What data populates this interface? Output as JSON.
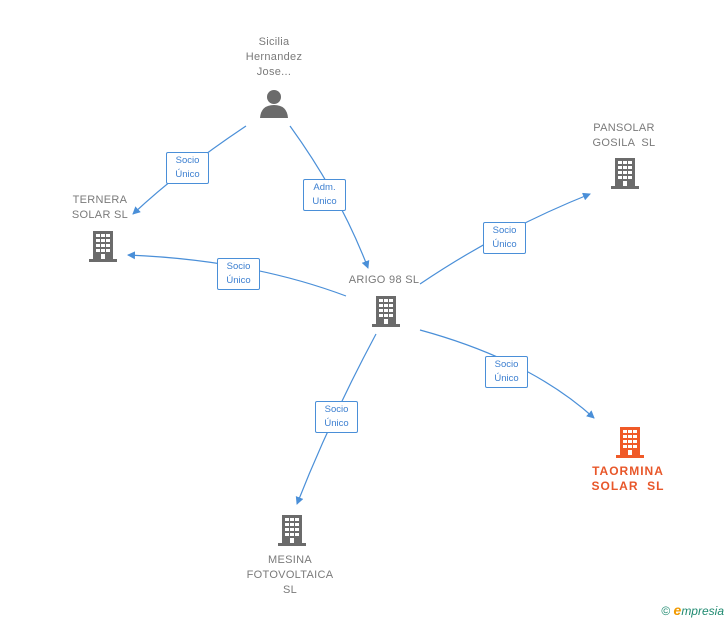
{
  "nodes": {
    "person": {
      "label_lines": [
        "Sicilia",
        "Hernandez",
        "Jose..."
      ],
      "kind": "person"
    },
    "ternera": {
      "label_lines": [
        "TERNERA",
        "SOLAR SL"
      ],
      "kind": "company"
    },
    "pansolar": {
      "label_lines": [
        "PANSOLAR",
        "GOSILA  SL"
      ],
      "kind": "company"
    },
    "arigo": {
      "label_lines": [
        "ARIGO 98 SL"
      ],
      "kind": "company"
    },
    "taormina": {
      "label_lines": [
        "TAORMINA",
        "SOLAR  SL"
      ],
      "kind": "company-highlight"
    },
    "mesina": {
      "label_lines": [
        "MESINA",
        "FOTOVOLTAICA",
        "SL"
      ],
      "kind": "company"
    }
  },
  "edges": {
    "person_ternera": {
      "line1": "Socio",
      "line2": "Único"
    },
    "person_arigo": {
      "line1": "Adm.",
      "line2": "Unico"
    },
    "arigo_ternera": {
      "line1": "Socio",
      "line2": "Único"
    },
    "arigo_pansolar": {
      "line1": "Socio",
      "line2": "Único"
    },
    "arigo_taormina": {
      "line1": "Socio",
      "line2": "Único"
    },
    "arigo_mesina": {
      "line1": "Socio",
      "line2": "Único"
    }
  },
  "colors": {
    "edge": "#4a8fd8",
    "node_icon": "#6b6b6b",
    "highlight": "#f05a28"
  },
  "footer": {
    "copyright_symbol": "©",
    "brand_initial": "e",
    "brand_rest": "mpresia"
  }
}
